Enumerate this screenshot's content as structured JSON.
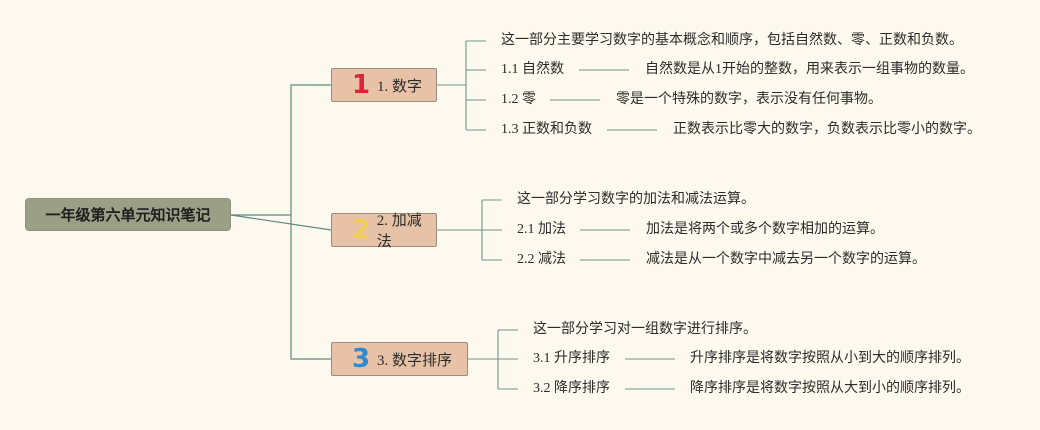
{
  "root": {
    "label": "一年级第六单元知识笔记"
  },
  "colors": {
    "badge1": "#d7283a",
    "badge2": "#f1cf57",
    "badge3": "#2f8ad0",
    "line": "#5c8a7c"
  },
  "topics": [
    {
      "badge": "1",
      "label": "1. 数字",
      "intro": "这一部分主要学习数字的基本概念和顺序，包括自然数、零、正数和负数。",
      "items": [
        {
          "label": "1.1 自然数",
          "desc": "自然数是从1开始的整数，用来表示一组事物的数量。"
        },
        {
          "label": "1.2 零",
          "desc": "零是一个特殊的数字，表示没有任何事物。"
        },
        {
          "label": "1.3 正数和负数",
          "desc": "正数表示比零大的数字，负数表示比零小的数字。"
        }
      ]
    },
    {
      "badge": "2",
      "label": "2. 加减法",
      "intro": "这一部分学习数字的加法和减法运算。",
      "items": [
        {
          "label": "2.1 加法",
          "desc": "加法是将两个或多个数字相加的运算。"
        },
        {
          "label": "2.2 减法",
          "desc": "减法是从一个数字中减去另一个数字的运算。"
        }
      ]
    },
    {
      "badge": "3",
      "label": "3. 数字排序",
      "intro": "这一部分学习对一组数字进行排序。",
      "items": [
        {
          "label": "3.1 升序排序",
          "desc": "升序排序是将数字按照从小到大的顺序排列。"
        },
        {
          "label": "3.2 降序排序",
          "desc": "降序排序是将数字按照从大到小的顺序排列。"
        }
      ]
    }
  ]
}
